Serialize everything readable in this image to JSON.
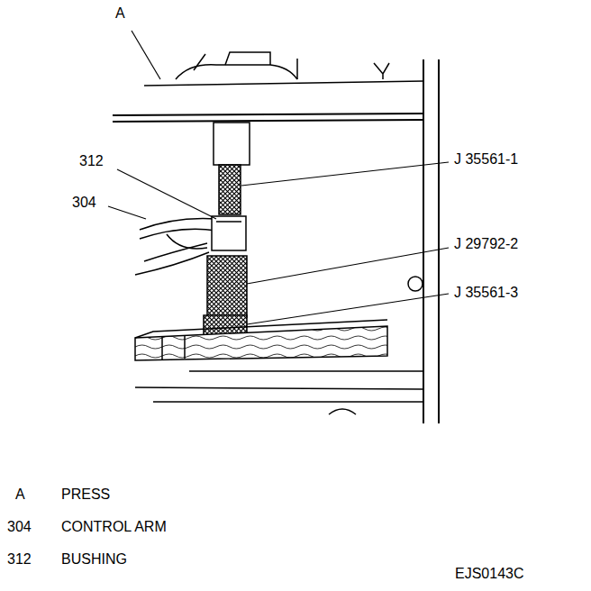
{
  "diagram": {
    "labels": [
      "A",
      "312",
      "J 35561-1",
      "304",
      "J 29792-2",
      "J 35561-3",
      "A",
      "PRESS",
      "304",
      "CONTROL ARM",
      "312",
      "BUSHING",
      "EJS0143C"
    ]
  }
}
